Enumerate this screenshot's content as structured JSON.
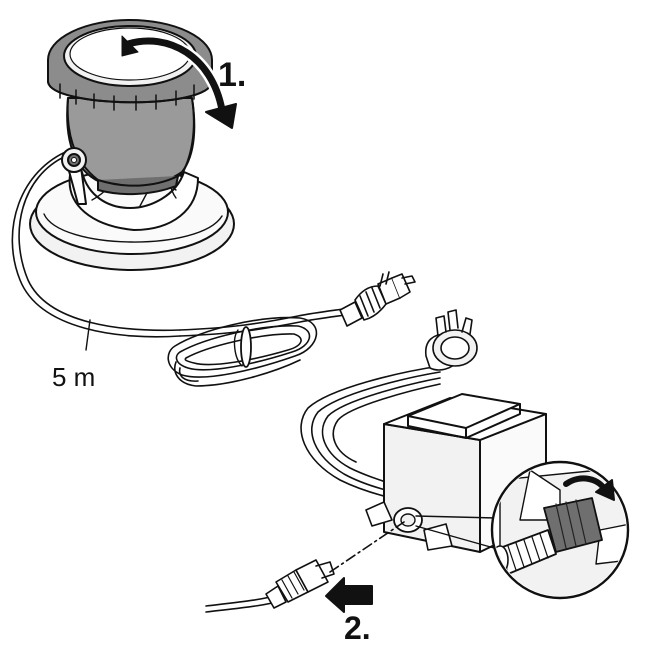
{
  "labels": {
    "step_1": "1.",
    "step_2": "2.",
    "cable_length": "5 m"
  },
  "colors": {
    "line": "#111111",
    "housing_gray": "#9a9a9a",
    "housing_dark": "#6f6f6f",
    "ring_gray": "#8c8c8c",
    "light_fill": "#f2f2f2",
    "background": "#ffffff"
  },
  "icons": [
    "rotate-arrow-icon",
    "push-arrow-icon",
    "rotate-small-arrow-icon"
  ]
}
